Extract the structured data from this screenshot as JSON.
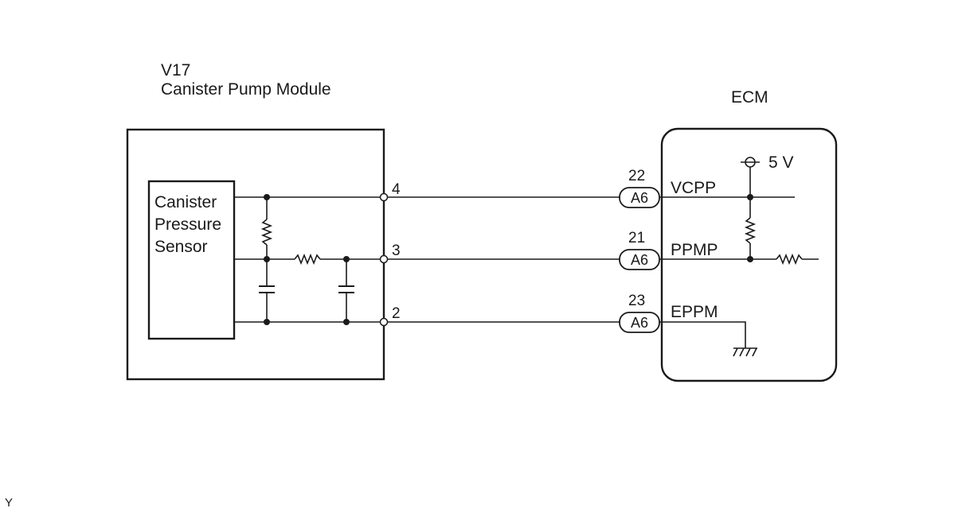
{
  "module": {
    "code": "V17",
    "name": "Canister Pump Module",
    "sensor_lines": [
      "Canister",
      "Pressure",
      "Sensor"
    ],
    "pins": [
      "4",
      "3",
      "2"
    ]
  },
  "ecm": {
    "label": "ECM",
    "supply": "5 V",
    "circuits": [
      {
        "pin": "22",
        "connector": "A6",
        "signal": "VCPP"
      },
      {
        "pin": "21",
        "connector": "A6",
        "signal": "PPMP"
      },
      {
        "pin": "23",
        "connector": "A6",
        "signal": "EPPM"
      }
    ]
  },
  "footer_code": "Y"
}
